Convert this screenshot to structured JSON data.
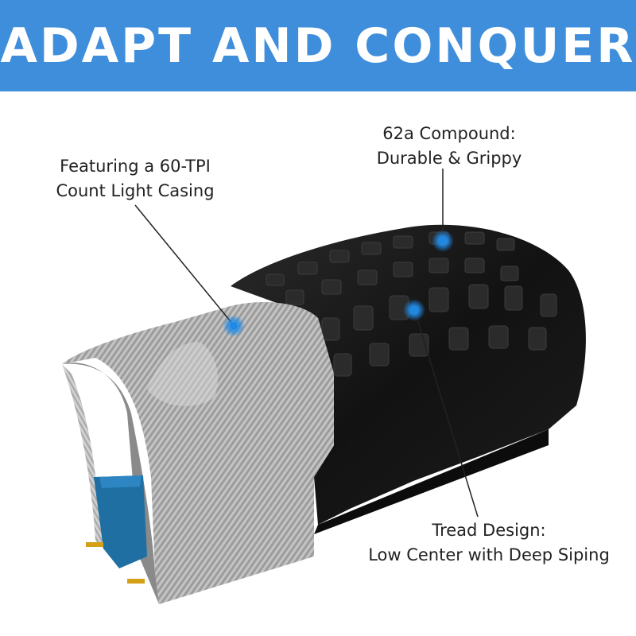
{
  "header": {
    "title": "ADAPT AND CONQUER"
  },
  "callouts": {
    "casing": {
      "line1": "Featuring a 60-TPI",
      "line2": "Count Light Casing"
    },
    "compound": {
      "line1": "62a Compound:",
      "line2": "Durable & Grippy"
    },
    "tread": {
      "line1": "Tread Design:",
      "line2": "Low Center with Deep Siping"
    }
  },
  "colors": {
    "banner": "#3f8edc",
    "marker": "#1e88e5",
    "rim_strip": "#1f6fa3",
    "tire_rubber": "#151515",
    "casing": "#b9b9b9"
  }
}
